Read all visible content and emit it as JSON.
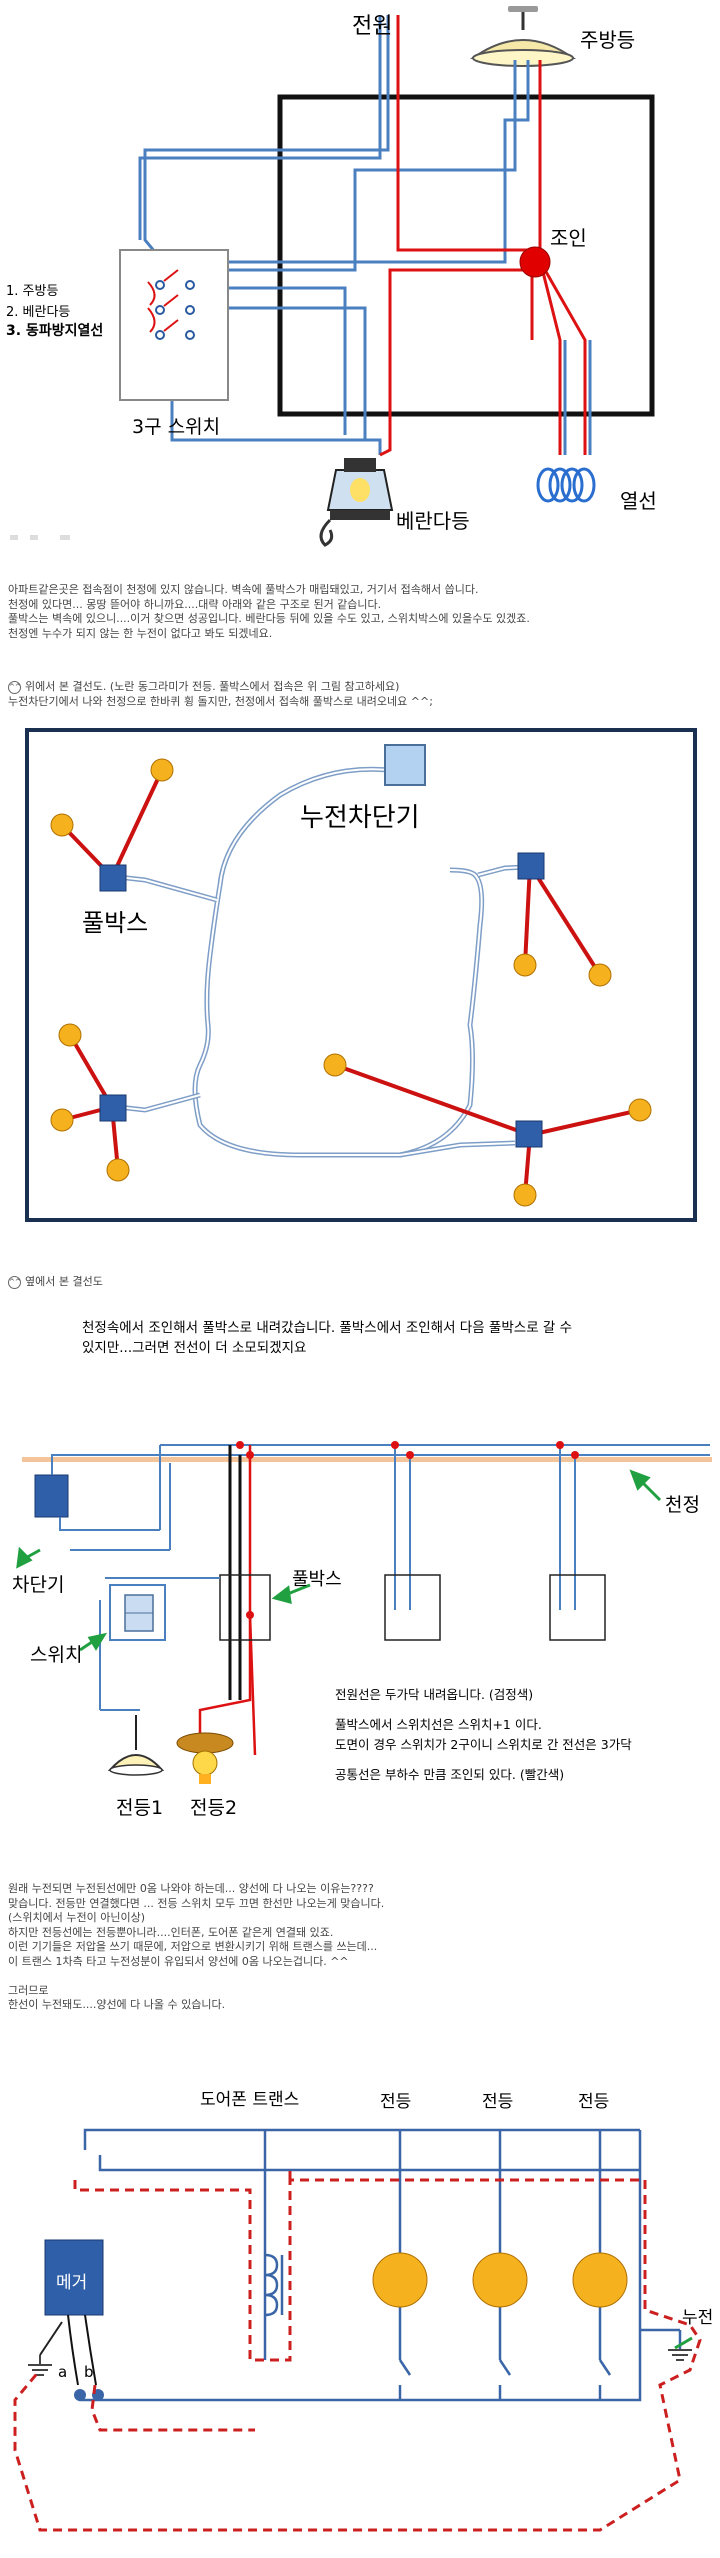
{
  "diagram1": {
    "power": "전원",
    "kitchen_lamp": "주방등",
    "joint": "조인",
    "switch_items": [
      "1.   주방등",
      "2. 베란다등",
      "3. 동파방지열선"
    ],
    "switch_name": "3구 스위치",
    "balcony_lamp": "베란다등",
    "heating_wire": "열선"
  },
  "text1": [
    "아파트같은곳은  접속점이 천정에 있지 않습니다.  벽속에 풀박스가 매립돼있고, 거기서 접속해서 씁니다.",
    "천정에 있다면... 몽땅 뜯어야 하니까요....대략 아래와 같은 구조로 된거 같습니다.",
    "풀박스는 벽속에 있으니....이거 찾으면 성공입니다.  베란다등 뒤에 있을 수도 있고, 스위치박스에 있을수도 있겠죠.",
    "천정엔 누수가 되지 않는 한  누전이 없다고 봐도 되겠네요."
  ],
  "text2": [
    "위에서 본  결선도.   (노란 동그라미가 전등. 풀박스에서 접속은 위 그림 참고하세요)",
    "누전차단기에서 나와 천정으로 한바퀴 휭 돌지만, 천정에서 접속해 풀박스로 내려오네요 ^^;"
  ],
  "diagram2": {
    "breaker": "누전차단기",
    "pullbox": "풀박스"
  },
  "text3": "옆에서 본 결선도",
  "diagram3": {
    "caption": [
      "천정속에서 조인해서 풀박스로 내려갔습니다. 풀박스에서 조인해서 다음 풀박스로 갈 수",
      "있지만...그러면 전선이 더 소모되겠지요"
    ],
    "ceiling": "천정",
    "breaker": "차단기",
    "pullbox": "풀박스",
    "switch": "스위치",
    "lamp1": "전등1",
    "lamp2": "전등2",
    "notes": [
      "전원선은 두가닥 내려옵니다. (검정색)",
      "풀박스에서 스위치선은 스위치+1 이다.",
      "도면이 경우 스위치가 2구이니 스위치로 간 전선은 3가닥",
      "공통선은 부하수 만큼  조인되 있다. (빨간색)"
    ]
  },
  "text4": [
    "원래 누전되면 누전된선에만 0옴 나와야 하는데... 양선에 다 나오는 이유는????",
    "맞습니다. 전등만 연결했다면 ... 전등 스위치 모두 끄면 한선만 나오는게 맞습니다.",
    "(스위치에서 누전이 아닌이상)",
    "하지만 전등선에는 전등뿐아니라....인터폰, 도어폰 같은게 연결돼 있죠.",
    "이런 기기들은 저압을 쓰기 때문에, 저압으로 변환시키기 위해 트랜스를 쓰는데...",
    "이 트랜스 1차측 타고 누전성분이 유입되서 양선에 0옴 나오는겁니다. ^^",
    "",
    "그러므로",
    "한선이 누전돼도....양선에 다 나올 수 있습니다."
  ],
  "diagram4": {
    "megger": "메거",
    "a": "a",
    "b": "b",
    "transformer": "도어폰 트랜스",
    "lamps": [
      "전등",
      "전등",
      "전등"
    ],
    "leak": "누전"
  }
}
